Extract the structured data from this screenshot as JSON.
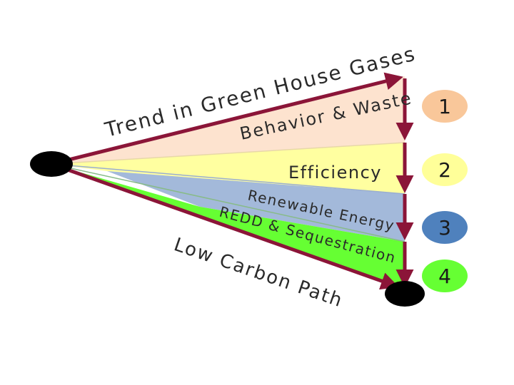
{
  "labels": {
    "trend_line": "Trend in Green House Gases",
    "behavior": "Behavior & Waste",
    "efficiency": "Efficiency",
    "renewable": "Renewable Energy",
    "redd": "REDD & Sequestration",
    "low_carbon": "Low Carbon Path"
  },
  "wedges": [
    {
      "id": "1",
      "label": "1",
      "color": "#fde3cf",
      "badge_color": "#f9c79a"
    },
    {
      "id": "2",
      "label": "2",
      "color": "#ffffa0",
      "badge_color": "#ffff99"
    },
    {
      "id": "3",
      "label": "3",
      "color": "#a3b9da",
      "badge_color": "#4f81bd"
    },
    {
      "id": "4",
      "label": "4",
      "color": "#66ff33",
      "badge_color": "#66ff33"
    }
  ],
  "colors": {
    "arrow": "#8b1538",
    "node": "#000000"
  }
}
